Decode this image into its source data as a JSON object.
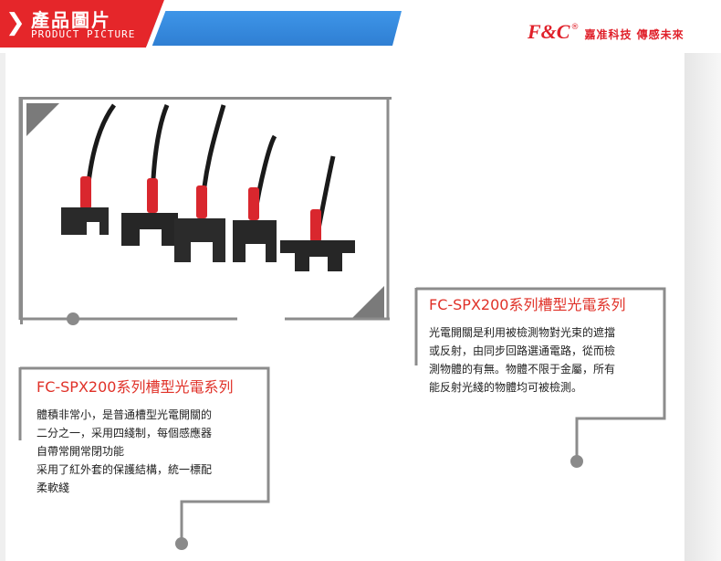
{
  "header": {
    "title_zh": "產品圖片",
    "title_en": "PRODUCT PICTURE",
    "brand_logo": "F&C",
    "brand_reg": "®",
    "brand_tagline": "嘉准科技 傳感未來",
    "colors": {
      "primary_red": "#e5262a",
      "blue": "#3b8fe0"
    }
  },
  "product_image": {
    "icon": "slot-type-photoelectric-sensors-photo",
    "sensor_count": 5
  },
  "callout_left": {
    "title": "FC-SPX200系列槽型光電系列",
    "lines": [
      "體積非常小，是普通槽型光電開關的",
      "二分之一，采用四綫制，每個感應器",
      "自帶常開常閉功能",
      "采用了紅外套的保護結構，統一標配",
      "柔軟綫"
    ]
  },
  "callout_right": {
    "title": "FC-SPX200系列槽型光電系列",
    "lines": [
      "光電開關是利用被檢測物對光束的遮擋",
      "或反射，由同步回路選通電路，從而檢",
      "測物體的有無。物體不限于金屬，所有",
      "能反射光綫的物體均可被檢測。"
    ]
  }
}
